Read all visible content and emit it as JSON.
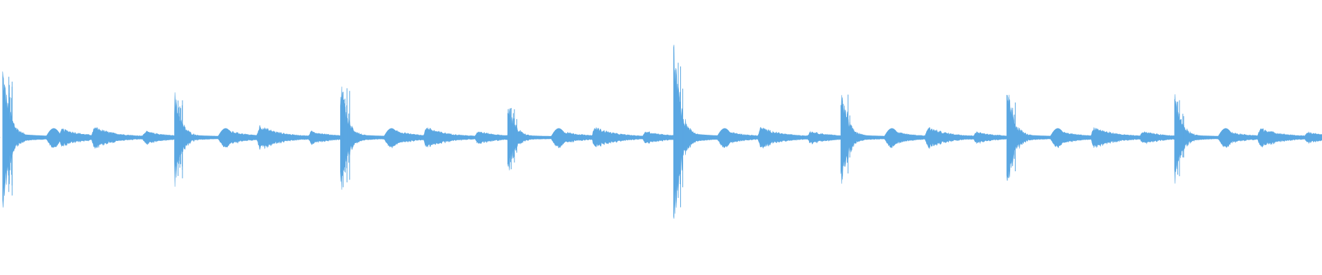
{
  "colors": {
    "background": "#ffffff",
    "waveform": "#5aa7e2"
  },
  "chart_data": {
    "type": "area",
    "title": "",
    "xlabel": "",
    "ylabel": "",
    "xlim": [
      0,
      1
    ],
    "ylim": [
      -1,
      1
    ],
    "grid": false,
    "legend": "none",
    "baseline": 0,
    "series": [
      {
        "values_note": "",
        "events": [
          {
            "t": 0.002,
            "amp": 0.78
          },
          {
            "t": 0.0445,
            "amp": 0.1
          },
          {
            "t": 0.069,
            "amp": 0.12
          },
          {
            "t": 0.1075,
            "amp": 0.07
          },
          {
            "t": 0.132,
            "amp": 0.48
          },
          {
            "t": 0.17,
            "amp": 0.08
          },
          {
            "t": 0.194,
            "amp": 0.14
          },
          {
            "t": 0.233,
            "amp": 0.07
          },
          {
            "t": 0.2575,
            "amp": 0.6
          },
          {
            "t": 0.296,
            "amp": 0.08
          },
          {
            "t": 0.32,
            "amp": 0.12
          },
          {
            "t": 0.359,
            "amp": 0.07
          },
          {
            "t": 0.384,
            "amp": 0.38
          },
          {
            "t": 0.421,
            "amp": 0.08
          },
          {
            "t": 0.4475,
            "amp": 0.12
          },
          {
            "t": 0.486,
            "amp": 0.07
          },
          {
            "t": 0.5095,
            "amp": 1.0
          },
          {
            "t": 0.545,
            "amp": 0.08
          },
          {
            "t": 0.573,
            "amp": 0.12
          },
          {
            "t": 0.6105,
            "amp": 0.07
          },
          {
            "t": 0.636,
            "amp": 0.52
          },
          {
            "t": 0.671,
            "amp": 0.08
          },
          {
            "t": 0.6995,
            "amp": 0.12
          },
          {
            "t": 0.736,
            "amp": 0.06
          },
          {
            "t": 0.7615,
            "amp": 0.58
          },
          {
            "t": 0.797,
            "amp": 0.08
          },
          {
            "t": 0.825,
            "amp": 0.12
          },
          {
            "t": 0.862,
            "amp": 0.07
          },
          {
            "t": 0.8885,
            "amp": 0.47
          },
          {
            "t": 0.9235,
            "amp": 0.08
          },
          {
            "t": 0.951,
            "amp": 0.11
          },
          {
            "t": 0.9865,
            "amp": 0.06
          }
        ]
      }
    ]
  }
}
